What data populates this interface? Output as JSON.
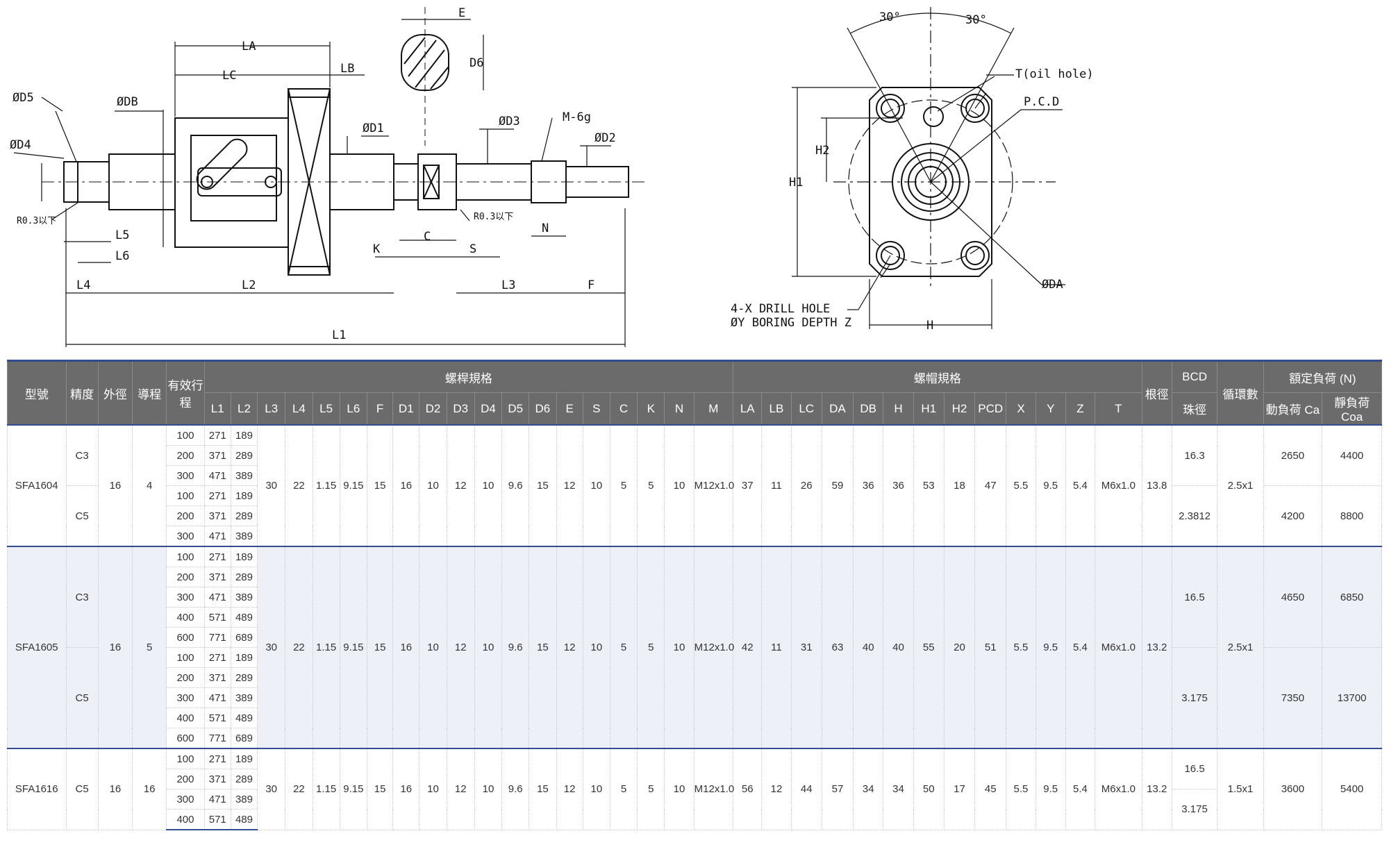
{
  "drawing": {
    "side_labels": {
      "LA": "LA",
      "LC": "LC",
      "LB": "LB",
      "E": "E",
      "D6": "D6",
      "D5": "ØD5",
      "D4": "ØD4",
      "DB": "ØDB",
      "D1": "ØD1",
      "D3": "ØD3",
      "M": "M-6g",
      "D2": "ØD2",
      "R1": "R0.3以下",
      "R2": "R0.3以下",
      "L5": "L5",
      "L6": "L6",
      "K": "K",
      "C": "C",
      "S": "S",
      "N": "N",
      "L4": "L4",
      "L2": "L2",
      "L3": "L3",
      "F": "F",
      "L1": "L1"
    },
    "end_labels": {
      "ang1": "30°",
      "ang2": "30°",
      "T": "T(oil hole)",
      "PCD": "P.C.D",
      "H2": "H2",
      "H1": "H1",
      "DA": "ØDA",
      "H": "H",
      "drill1": "4-X DRILL HOLE",
      "drill2": "ØY BORING DEPTH Z"
    }
  },
  "table": {
    "head": {
      "model": "型號",
      "precision": "精度",
      "od": "外徑",
      "lead": "導程",
      "stroke": "有效行程",
      "screw_spec": "螺桿規格",
      "nut_spec": "螺帽規格",
      "root": "根徑",
      "bcd": "BCD",
      "ball": "珠徑",
      "circuits": "循環數",
      "rated": "額定負荷 (N)",
      "dyn": "動負荷 Ca",
      "stat": "靜負荷 Coa",
      "screw_cols": [
        "L1",
        "L2",
        "L3",
        "L4",
        "L5",
        "L6",
        "F",
        "D1",
        "D2",
        "D3",
        "D4",
        "D5",
        "D6",
        "E",
        "S",
        "C",
        "K",
        "N",
        "M"
      ],
      "nut_cols": [
        "LA",
        "LB",
        "LC",
        "DA",
        "DB",
        "H",
        "H1",
        "H2",
        "PCD",
        "X",
        "Y",
        "Z",
        "T"
      ]
    },
    "models": [
      {
        "model": "SFA1604",
        "od": "16",
        "lead": "4",
        "screw": [
          "30",
          "22",
          "1.15",
          "9.15",
          "15",
          "16",
          "10",
          "12",
          "10",
          "9.6",
          "15",
          "12",
          "10",
          "5",
          "5",
          "10",
          "M12x1.0"
        ],
        "nut": [
          "37",
          "11",
          "26",
          "59",
          "36",
          "36",
          "53",
          "18",
          "47",
          "5.5",
          "9.5",
          "5.4",
          "M6x1.0"
        ],
        "root": "13.8",
        "circuits": "2.5x1",
        "grades": [
          {
            "name": "C3",
            "rows": [
              [
                "100",
                "271",
                "189"
              ],
              [
                "200",
                "371",
                "289"
              ],
              [
                "300",
                "471",
                "389"
              ]
            ],
            "ball": "16.3",
            "ca": "2650",
            "coa": "4400"
          },
          {
            "name": "C5",
            "rows": [
              [
                "100",
                "271",
                "189"
              ],
              [
                "200",
                "371",
                "289"
              ],
              [
                "300",
                "471",
                "389"
              ]
            ],
            "ball": "2.3812",
            "ca": "4200",
            "coa": "8800"
          }
        ]
      },
      {
        "model": "SFA1605",
        "od": "16",
        "lead": "5",
        "screw": [
          "30",
          "22",
          "1.15",
          "9.15",
          "15",
          "16",
          "10",
          "12",
          "10",
          "9.6",
          "15",
          "12",
          "10",
          "5",
          "5",
          "10",
          "M12x1.0"
        ],
        "nut": [
          "42",
          "11",
          "31",
          "63",
          "40",
          "40",
          "55",
          "20",
          "51",
          "5.5",
          "9.5",
          "5.4",
          "M6x1.0"
        ],
        "root": "13.2",
        "circuits": "2.5x1",
        "grades": [
          {
            "name": "C3",
            "rows": [
              [
                "100",
                "271",
                "189"
              ],
              [
                "200",
                "371",
                "289"
              ],
              [
                "300",
                "471",
                "389"
              ],
              [
                "400",
                "571",
                "489"
              ],
              [
                "600",
                "771",
                "689"
              ]
            ],
            "ball": "16.5",
            "ca": "4650",
            "coa": "6850"
          },
          {
            "name": "C5",
            "rows": [
              [
                "100",
                "271",
                "189"
              ],
              [
                "200",
                "371",
                "289"
              ],
              [
                "300",
                "471",
                "389"
              ],
              [
                "400",
                "571",
                "489"
              ],
              [
                "600",
                "771",
                "689"
              ]
            ],
            "ball": "3.175",
            "ca": "7350",
            "coa": "13700"
          }
        ]
      },
      {
        "model": "SFA1616",
        "od": "16",
        "lead": "16",
        "screw": [
          "30",
          "22",
          "1.15",
          "9.15",
          "15",
          "16",
          "10",
          "12",
          "10",
          "9.6",
          "15",
          "12",
          "10",
          "5",
          "5",
          "10",
          "M12x1.0"
        ],
        "nut": [
          "56",
          "12",
          "44",
          "57",
          "34",
          "34",
          "50",
          "17",
          "45",
          "5.5",
          "9.5",
          "5.4",
          "M6x1.0"
        ],
        "root": "13.2",
        "circuits": "1.5x1",
        "bcd": "16.5",
        "grades": [
          {
            "name": "C5",
            "rows": [
              [
                "100",
                "271",
                "189"
              ],
              [
                "200",
                "371",
                "289"
              ],
              [
                "300",
                "471",
                "389"
              ],
              [
                "400",
                "571",
                "489"
              ]
            ],
            "ball": "3.175",
            "ca": "3600",
            "coa": "5400"
          }
        ]
      }
    ]
  }
}
